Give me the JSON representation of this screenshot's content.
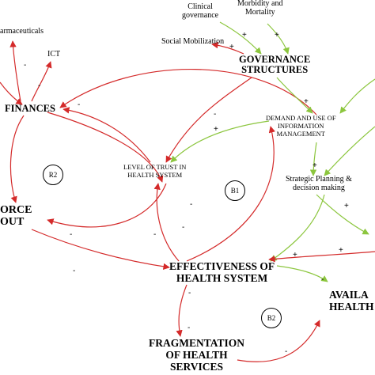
{
  "colors": {
    "red": "#d42a2a",
    "green": "#8cc63e",
    "text": "#000000"
  },
  "nodes": {
    "pharmaceuticals": "armaceuticals",
    "ict": "ICT",
    "clinical_governance": "Clinical\ngovernance",
    "morbidity": "Morbidity and\nMortality",
    "social_mobilization": "Social Mobilization",
    "governance": "GOVERNANCE\nSTRUCTURES",
    "finances": "FINANCES",
    "demand_info": "DEMAND AND USE OF\nINFORMATION\nMANAGEMENT",
    "trust": "LEVEL OF TRUST IN\nHEALTH SYSTEM",
    "strategic": "Strategic Planning &\ndecision making",
    "workforce": "ORCE\nOUT",
    "effectiveness": "EFFECTIVENESS OF\nHEALTH SYSTEM",
    "availability": "AVAILA\nHEALTH",
    "fragmentation": "FRAGMENTATION\nOF HEALTH\nSERVICES"
  },
  "loops": {
    "r2": "R2",
    "b1": "B1",
    "b2": "B2"
  },
  "polarity": {
    "plus": "+",
    "minus": "-"
  }
}
